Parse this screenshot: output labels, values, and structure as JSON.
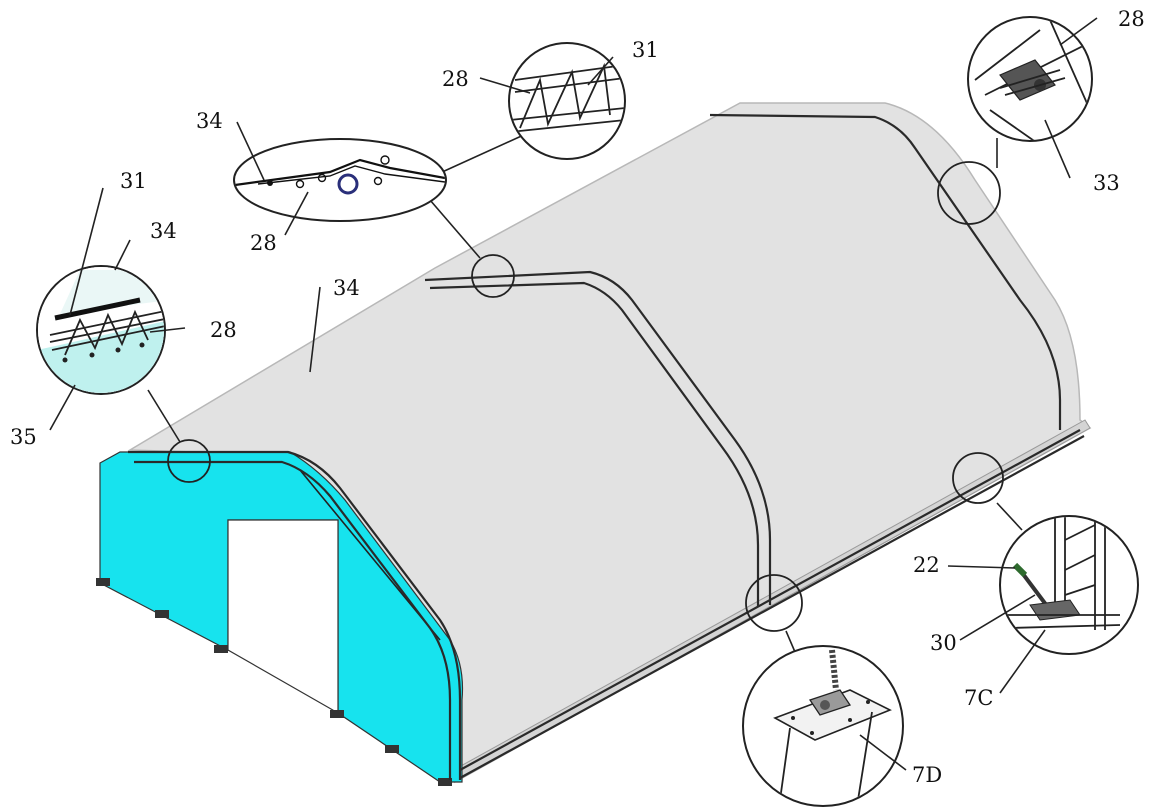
{
  "colors": {
    "cover": "#e2e2e2",
    "cover_edge": "#b8b8b8",
    "end_wall": "#17e3ee",
    "detail_tint": "#bff1ee",
    "frame": "#2a2a2a"
  },
  "callouts": {
    "ridge_top": {
      "labels": [
        "28",
        "31"
      ]
    },
    "ridge_mid": {
      "labels": [
        "34",
        "28"
      ]
    },
    "corner_top_right": {
      "labels": [
        "28",
        "33"
      ]
    },
    "end_left": {
      "labels": [
        "31",
        "34",
        "28",
        "35"
      ]
    },
    "roof": {
      "label": "34"
    },
    "base_right": {
      "labels": [
        "22",
        "30",
        "7C"
      ]
    },
    "base_bottom": {
      "label": "7D"
    }
  }
}
